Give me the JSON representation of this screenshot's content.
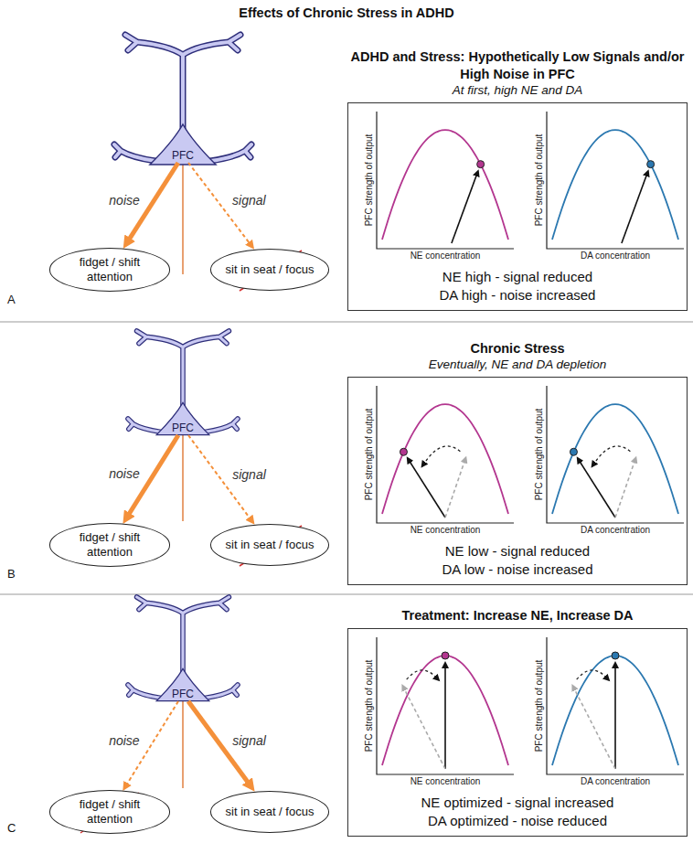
{
  "diagram": {
    "title": "Effects of Chronic Stress in ADHD",
    "nodes": [
      {
        "text": [
          "PFC"
        ]
      },
      {
        "text": [
          "fidget / shift attention"
        ]
      },
      {
        "text": [
          "sit in seat / focus"
        ]
      },
      {
        "text": [
          "ADHD and Stress: Hypothetically Low Signals and/or High Noise in PFC",
          "At first, high NE and DA",
          "NE high - signal reduced",
          "DA high - noise increased"
        ]
      },
      {
        "text": [
          "PFC"
        ]
      },
      {
        "text": [
          "fidget / shift attention"
        ]
      },
      {
        "text": [
          "sit in seat / focus"
        ]
      },
      {
        "text": [
          "Chronic Stress",
          "Eventually, NE and DA depletion",
          "NE low - signal reduced",
          "DA low - noise increased"
        ]
      },
      {
        "text": [
          "PFC"
        ]
      },
      {
        "text": [
          "fidget / shift attention"
        ]
      },
      {
        "text": [
          "sit in seat / focus"
        ]
      },
      {
        "text": [
          "Treatment: Increase NE, Increase DA",
          "NE optimized - signal increased",
          "DA optimized - noise reduced"
        ]
      }
    ],
    "edges": [
      {
        "from": 0,
        "to": 1,
        "arrow": "to",
        "label": "noise"
      },
      {
        "from": 0,
        "to": 2,
        "arrow": "to",
        "label": "signal"
      },
      {
        "from": 4,
        "to": 5,
        "arrow": "to",
        "label": "noise"
      },
      {
        "from": 4,
        "to": 6,
        "arrow": "to",
        "label": "signal"
      },
      {
        "from": 8,
        "to": 9,
        "arrow": "to",
        "label": "noise"
      },
      {
        "from": 8,
        "to": 10,
        "arrow": "to",
        "label": "signal"
      }
    ],
    "labels": [
      "A",
      "PFC strength of output",
      "NE concentration",
      "PFC strength of output",
      "DA concentration",
      "B",
      "PFC strength of output",
      "NE concentration",
      "PFC strength of output",
      "DA concentration",
      "C",
      "PFC strength of output",
      "NE concentration",
      "PFC strength of output",
      "DA concentration"
    ]
  }
}
